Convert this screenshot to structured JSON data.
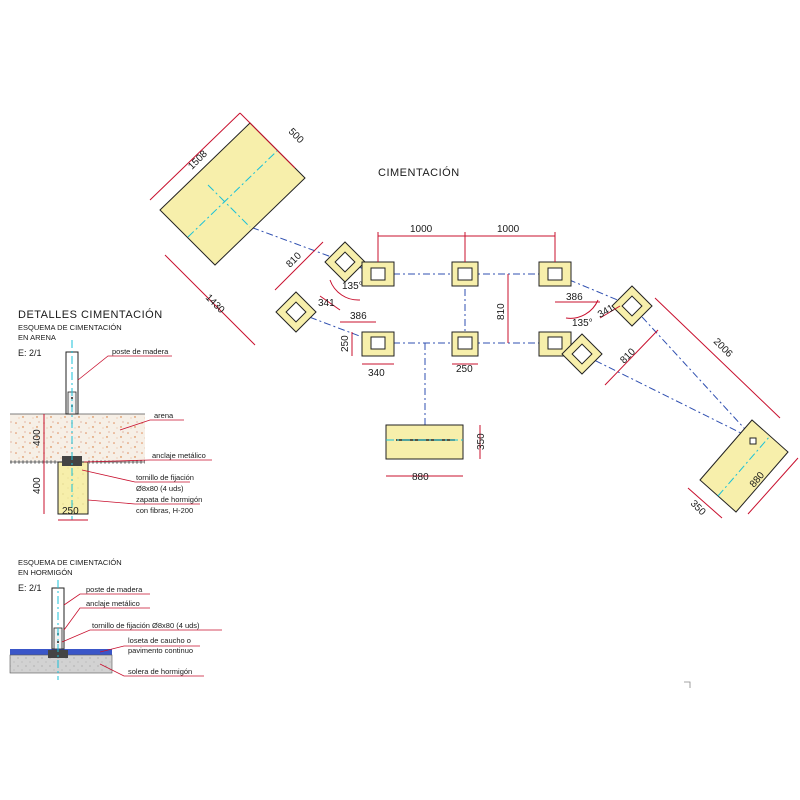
{
  "plan": {
    "title": "CIMENTACIÓN",
    "dims": {
      "top_left": "1000",
      "top_right": "1000",
      "slab_long": "1508",
      "slab_short": "500",
      "diag_810_left": "810",
      "diag_1430": "1430",
      "d341_left": "341",
      "a135_left": "135°",
      "d386_left": "386",
      "d250_left": "250",
      "d340": "340",
      "d250_mid": "250",
      "vert_810": "810",
      "d386_right": "386",
      "d341_right": "341",
      "a135_right": "135°",
      "diag_810_right": "810",
      "diag_2006": "2006",
      "bottom_350": "350",
      "bottom_880": "880",
      "right_880": "880",
      "right_350": "350"
    }
  },
  "detail_title": "DETALLES CIMENTACIÓN",
  "sand": {
    "title_line1": "ESQUEMA DE CIMENTACIÓN",
    "title_line2": "EN ARENA",
    "scale": "E: 2/1",
    "label_post": "poste de madera",
    "label_sand": "arena",
    "label_anchor": "anclaje metálico",
    "label_bolt1": "tornillo de fijación",
    "label_bolt2": "Ø8x80 (4 uds)",
    "label_footing1": "zapata de hormigón",
    "label_footing2": "con fibras, H-200",
    "dim_400a": "400",
    "dim_400b": "400",
    "dim_250": "250"
  },
  "concrete": {
    "title_line1": "ESQUEMA DE CIMENTACIÓN",
    "title_line2": "EN HORMIGÓN",
    "scale": "E: 2/1",
    "label_post": "poste de madera",
    "label_anchor": "anclaje metálico",
    "label_bolt": "tornillo de fijación Ø8x80 (4 uds)",
    "label_tile1": "loseta de caucho o",
    "label_tile2": "pavimento continuo",
    "label_slab": "solera de hormigón"
  },
  "colors": {
    "dimension": "#c8102e",
    "axis": "#2f4fb0",
    "centerline": "#19c0d8",
    "footing": "#f7efab",
    "rubber": "#3a56c8",
    "concrete": "#c9c9c9"
  }
}
